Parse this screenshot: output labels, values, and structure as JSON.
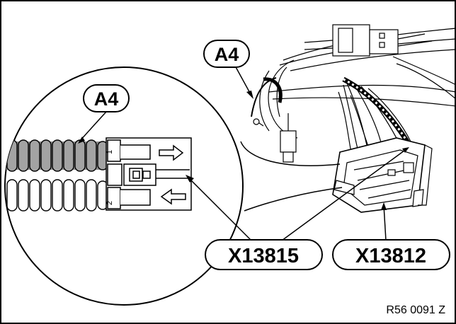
{
  "labels": {
    "callout_a4_top": "A4",
    "callout_a4_detail": "A4",
    "callout_x13815": "X13815",
    "callout_x13812": "X13812",
    "figure_reference": "R56 0091 Z"
  },
  "connector_detail": {
    "pin_1": "1",
    "pin_2": "2"
  }
}
